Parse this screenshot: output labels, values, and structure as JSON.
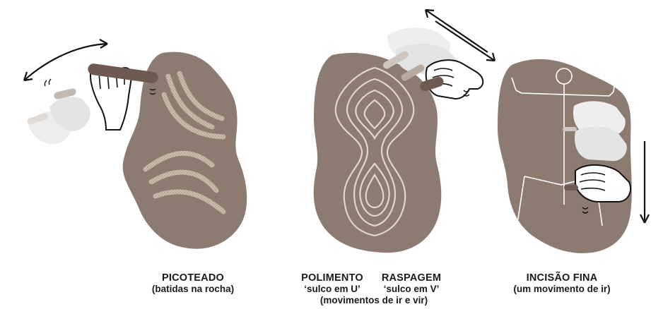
{
  "colors": {
    "rock": "#8b7b71",
    "engraving": "#d8cdbf",
    "engraving_stipple": "#b8aa9b",
    "ink": "#111111",
    "hand_faded": "#d9d9d9",
    "stone_tool": "#6e5a50"
  },
  "panels": [
    {
      "id": "picoteado",
      "title": "PICOTEADO",
      "subtitle": "(batidas na rocha)"
    },
    {
      "id": "polimento",
      "title": "POLIMENTO",
      "subtitle": "‘sulco em U’"
    },
    {
      "id": "raspagem",
      "title": "RASPAGEM",
      "subtitle": "‘sulco em V’"
    },
    {
      "id": "incisao",
      "title": "INCISÃO FINA",
      "subtitle": "(um movimento de ir)"
    }
  ],
  "shared_caption": "(movimentos de ir e vir)"
}
